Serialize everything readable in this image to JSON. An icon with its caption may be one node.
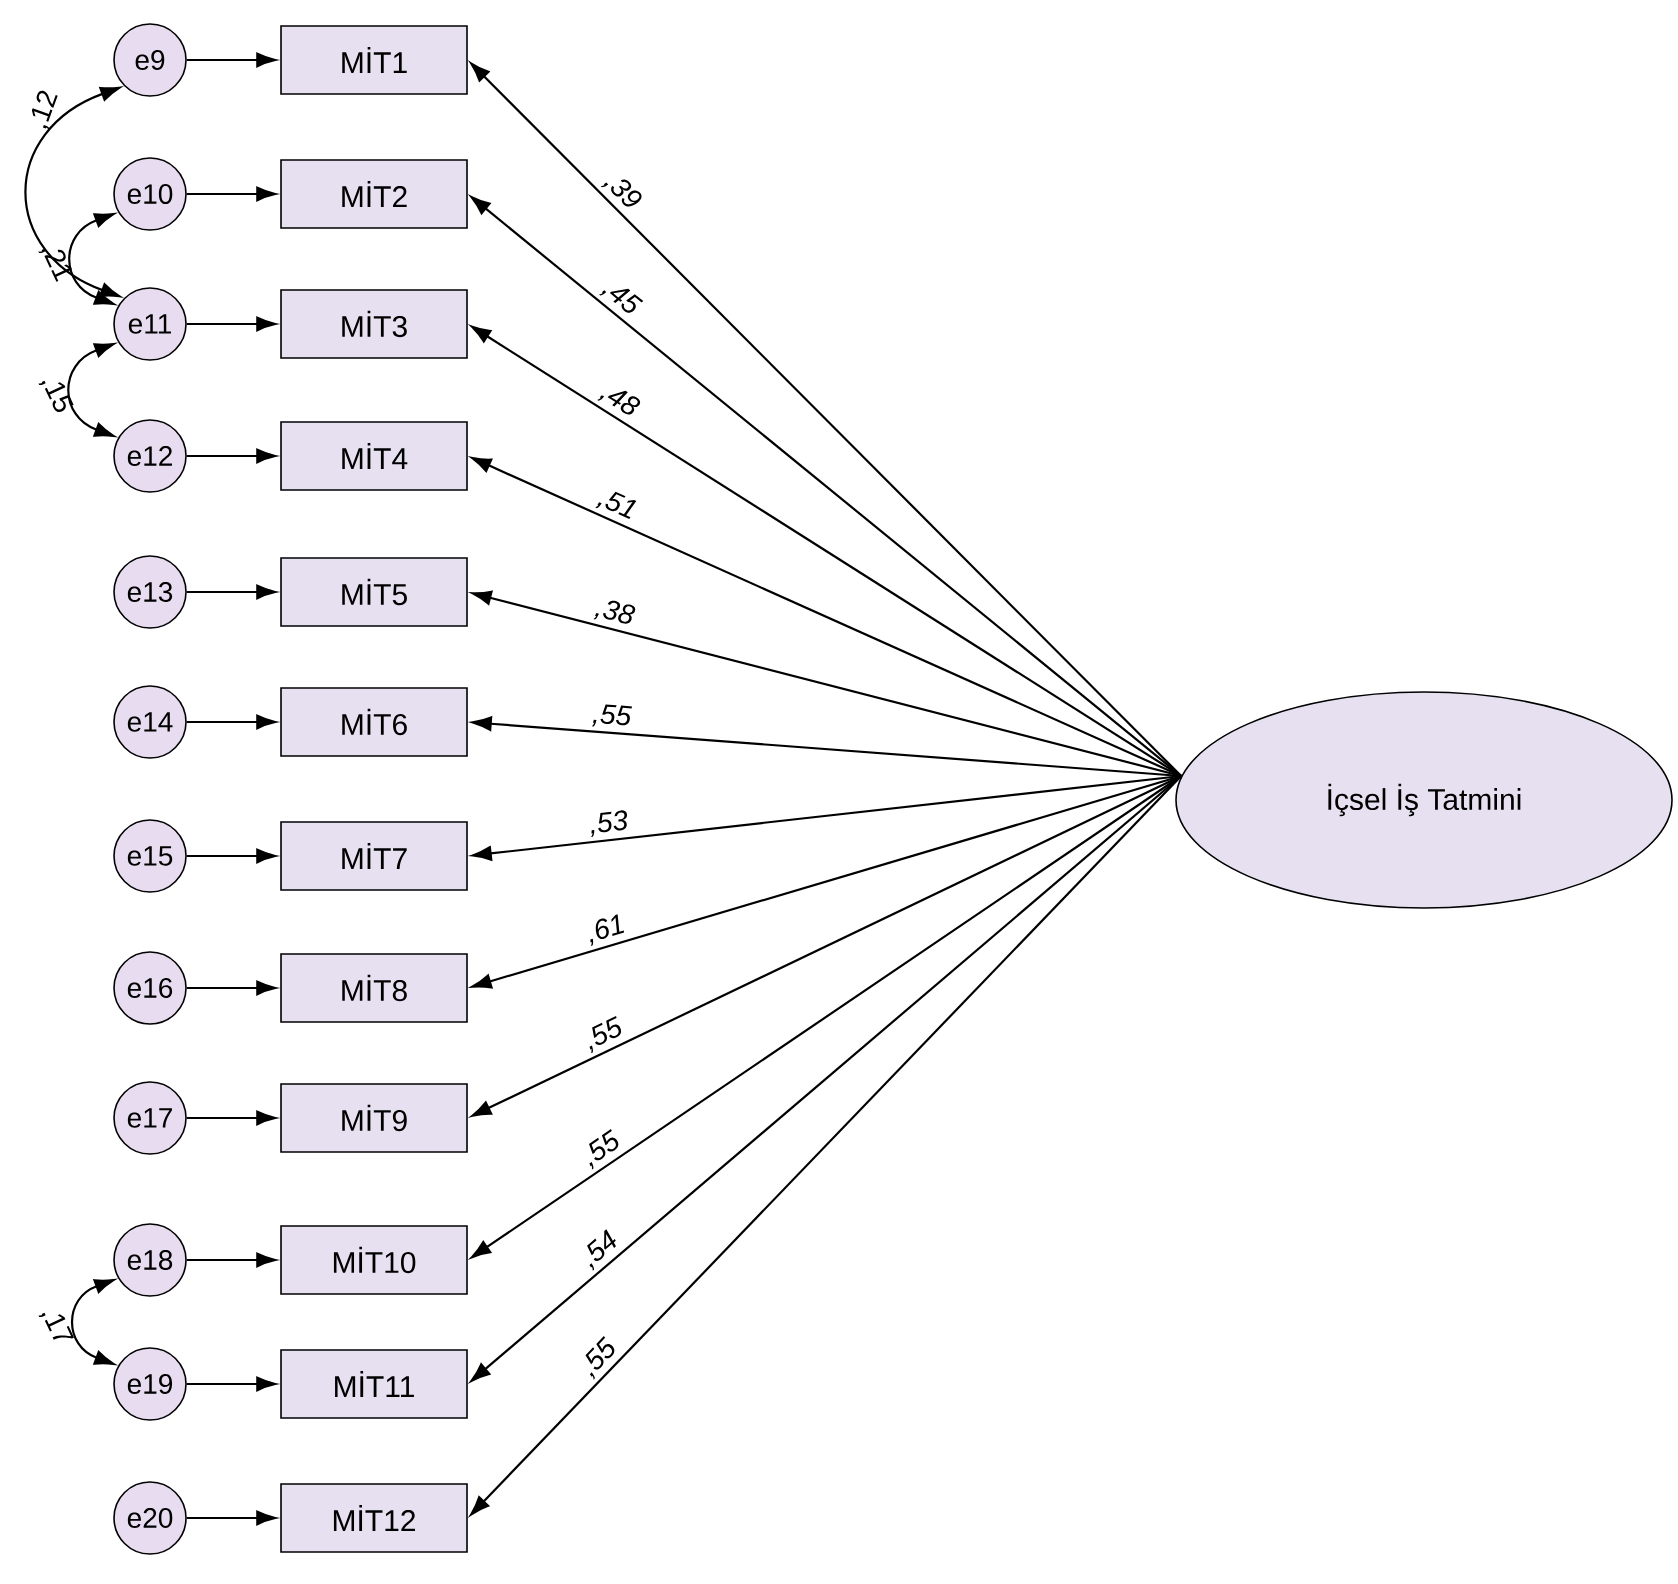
{
  "diagram": {
    "nodes": [
      {
        "text": [
          "e9"
        ]
      },
      {
        "text": [
          "e10"
        ]
      },
      {
        "text": [
          "e11"
        ]
      },
      {
        "text": [
          "e12"
        ]
      },
      {
        "text": [
          "e13"
        ]
      },
      {
        "text": [
          "e14"
        ]
      },
      {
        "text": [
          "e15"
        ]
      },
      {
        "text": [
          "e16"
        ]
      },
      {
        "text": [
          "e17"
        ]
      },
      {
        "text": [
          "e18"
        ]
      },
      {
        "text": [
          "e19"
        ]
      },
      {
        "text": [
          "e20"
        ]
      },
      {
        "text": [
          "MİT1"
        ]
      },
      {
        "text": [
          "MİT2"
        ]
      },
      {
        "text": [
          "MİT3"
        ]
      },
      {
        "text": [
          "MİT4"
        ]
      },
      {
        "text": [
          "MİT5"
        ]
      },
      {
        "text": [
          "MİT6"
        ]
      },
      {
        "text": [
          "MİT7"
        ]
      },
      {
        "text": [
          "MİT8"
        ]
      },
      {
        "text": [
          "MİT9"
        ]
      },
      {
        "text": [
          "MİT10"
        ]
      },
      {
        "text": [
          "MİT11"
        ]
      },
      {
        "text": [
          "MİT12"
        ]
      },
      {
        "text": [
          "İçsel İş Tatmini"
        ]
      }
    ],
    "edges": [
      {
        "from": 0,
        "to": 12,
        "arrow": "to"
      },
      {
        "from": 1,
        "to": 13,
        "arrow": "to"
      },
      {
        "from": 2,
        "to": 14,
        "arrow": "to"
      },
      {
        "from": 3,
        "to": 15,
        "arrow": "to"
      },
      {
        "from": 4,
        "to": 16,
        "arrow": "to"
      },
      {
        "from": 5,
        "to": 17,
        "arrow": "to"
      },
      {
        "from": 6,
        "to": 18,
        "arrow": "to"
      },
      {
        "from": 7,
        "to": 19,
        "arrow": "to"
      },
      {
        "from": 8,
        "to": 20,
        "arrow": "to"
      },
      {
        "from": 9,
        "to": 21,
        "arrow": "to"
      },
      {
        "from": 10,
        "to": 22,
        "arrow": "to"
      },
      {
        "from": 11,
        "to": 23,
        "arrow": "to"
      },
      {
        "from": 24,
        "to": 12,
        "arrow": "to",
        "label": ",39"
      },
      {
        "from": 24,
        "to": 13,
        "arrow": "to",
        "label": ",45"
      },
      {
        "from": 24,
        "to": 14,
        "arrow": "to",
        "label": ",48"
      },
      {
        "from": 24,
        "to": 15,
        "arrow": "to",
        "label": ",51"
      },
      {
        "from": 24,
        "to": 16,
        "arrow": "to",
        "label": ",38"
      },
      {
        "from": 24,
        "to": 17,
        "arrow": "to",
        "label": ",55"
      },
      {
        "from": 24,
        "to": 18,
        "arrow": "to",
        "label": ",53"
      },
      {
        "from": 24,
        "to": 19,
        "arrow": "to",
        "label": ",61"
      },
      {
        "from": 24,
        "to": 20,
        "arrow": "to",
        "label": ",55"
      },
      {
        "from": 24,
        "to": 21,
        "arrow": "to",
        "label": ",55"
      },
      {
        "from": 24,
        "to": 22,
        "arrow": "to",
        "label": ",54"
      },
      {
        "from": 24,
        "to": 23,
        "arrow": "to",
        "label": ",55"
      },
      {
        "from": 0,
        "to": 2,
        "arrow": "both",
        "label": ",12"
      },
      {
        "from": 1,
        "to": 2,
        "arrow": "both",
        "label": ",21"
      },
      {
        "from": 2,
        "to": 3,
        "arrow": "both",
        "label": ",15"
      },
      {
        "from": 9,
        "to": 10,
        "arrow": "both",
        "label": ",17"
      }
    ]
  }
}
